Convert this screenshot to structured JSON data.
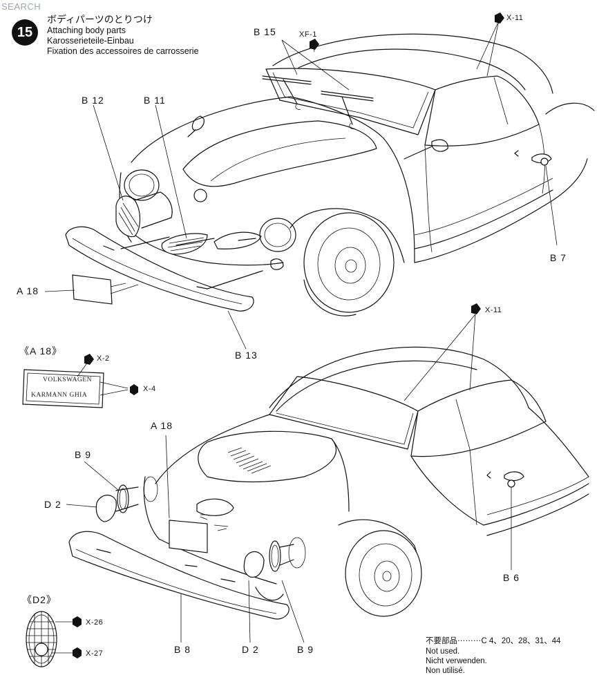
{
  "watermark": "SEARCH",
  "step": {
    "number": "15",
    "title_jp": "ボディパーツのとりつけ",
    "title_en": "Attaching body parts",
    "title_de": "Karosserieteile-Einbau",
    "title_fr": "Fixation des accessoires de carrosserie"
  },
  "labels": {
    "b15": "B 15",
    "xf1": "XF-1",
    "x11_top": "X-11",
    "b12": "B 12",
    "b11": "B 11",
    "a18_front": "A 18",
    "b13": "B 13",
    "b7": "B 7",
    "x11_mid": "X-11",
    "a18_rear": "A 18",
    "b9_left": "B 9",
    "d2_left": "D 2",
    "b6": "B 6",
    "b8": "B 8",
    "d2_bottom": "D 2",
    "b9_bottom": "B 9"
  },
  "inset_a18": {
    "title": "《A 18》",
    "x2": "X-2",
    "x4": "X-4",
    "line1": "VOLKSWAGEN",
    "line2": "KARMANN GHIA"
  },
  "inset_d2": {
    "title": "《D2》",
    "x26": "X-26",
    "x27": "X-27"
  },
  "notused": {
    "jp": "不要部品⋯⋯⋯C 4、20、28、31、44",
    "en": "Not used.",
    "de": "Nicht verwenden.",
    "fr": "Non utilisé."
  }
}
